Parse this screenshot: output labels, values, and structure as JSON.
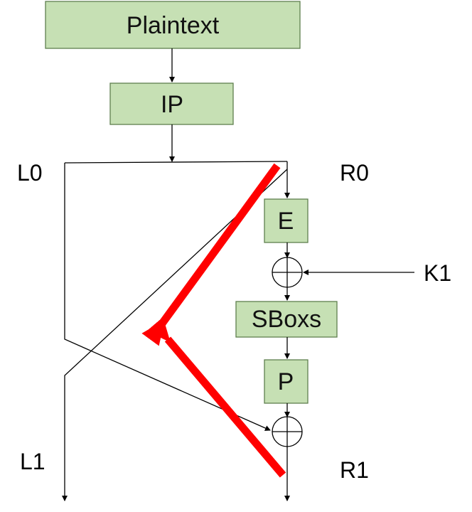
{
  "boxes": {
    "plaintext": "Plaintext",
    "ip": "IP",
    "e": "E",
    "sboxs": "SBoxs",
    "p": "P"
  },
  "labels": {
    "l0": "L0",
    "r0": "R0",
    "k1": "K1",
    "l1": "L1",
    "r1": "R1"
  },
  "colors": {
    "box_fill": "#c6e0b4",
    "box_border": "#5f7f4e",
    "line": "#000000",
    "highlight_arrows": "#ff0000"
  }
}
